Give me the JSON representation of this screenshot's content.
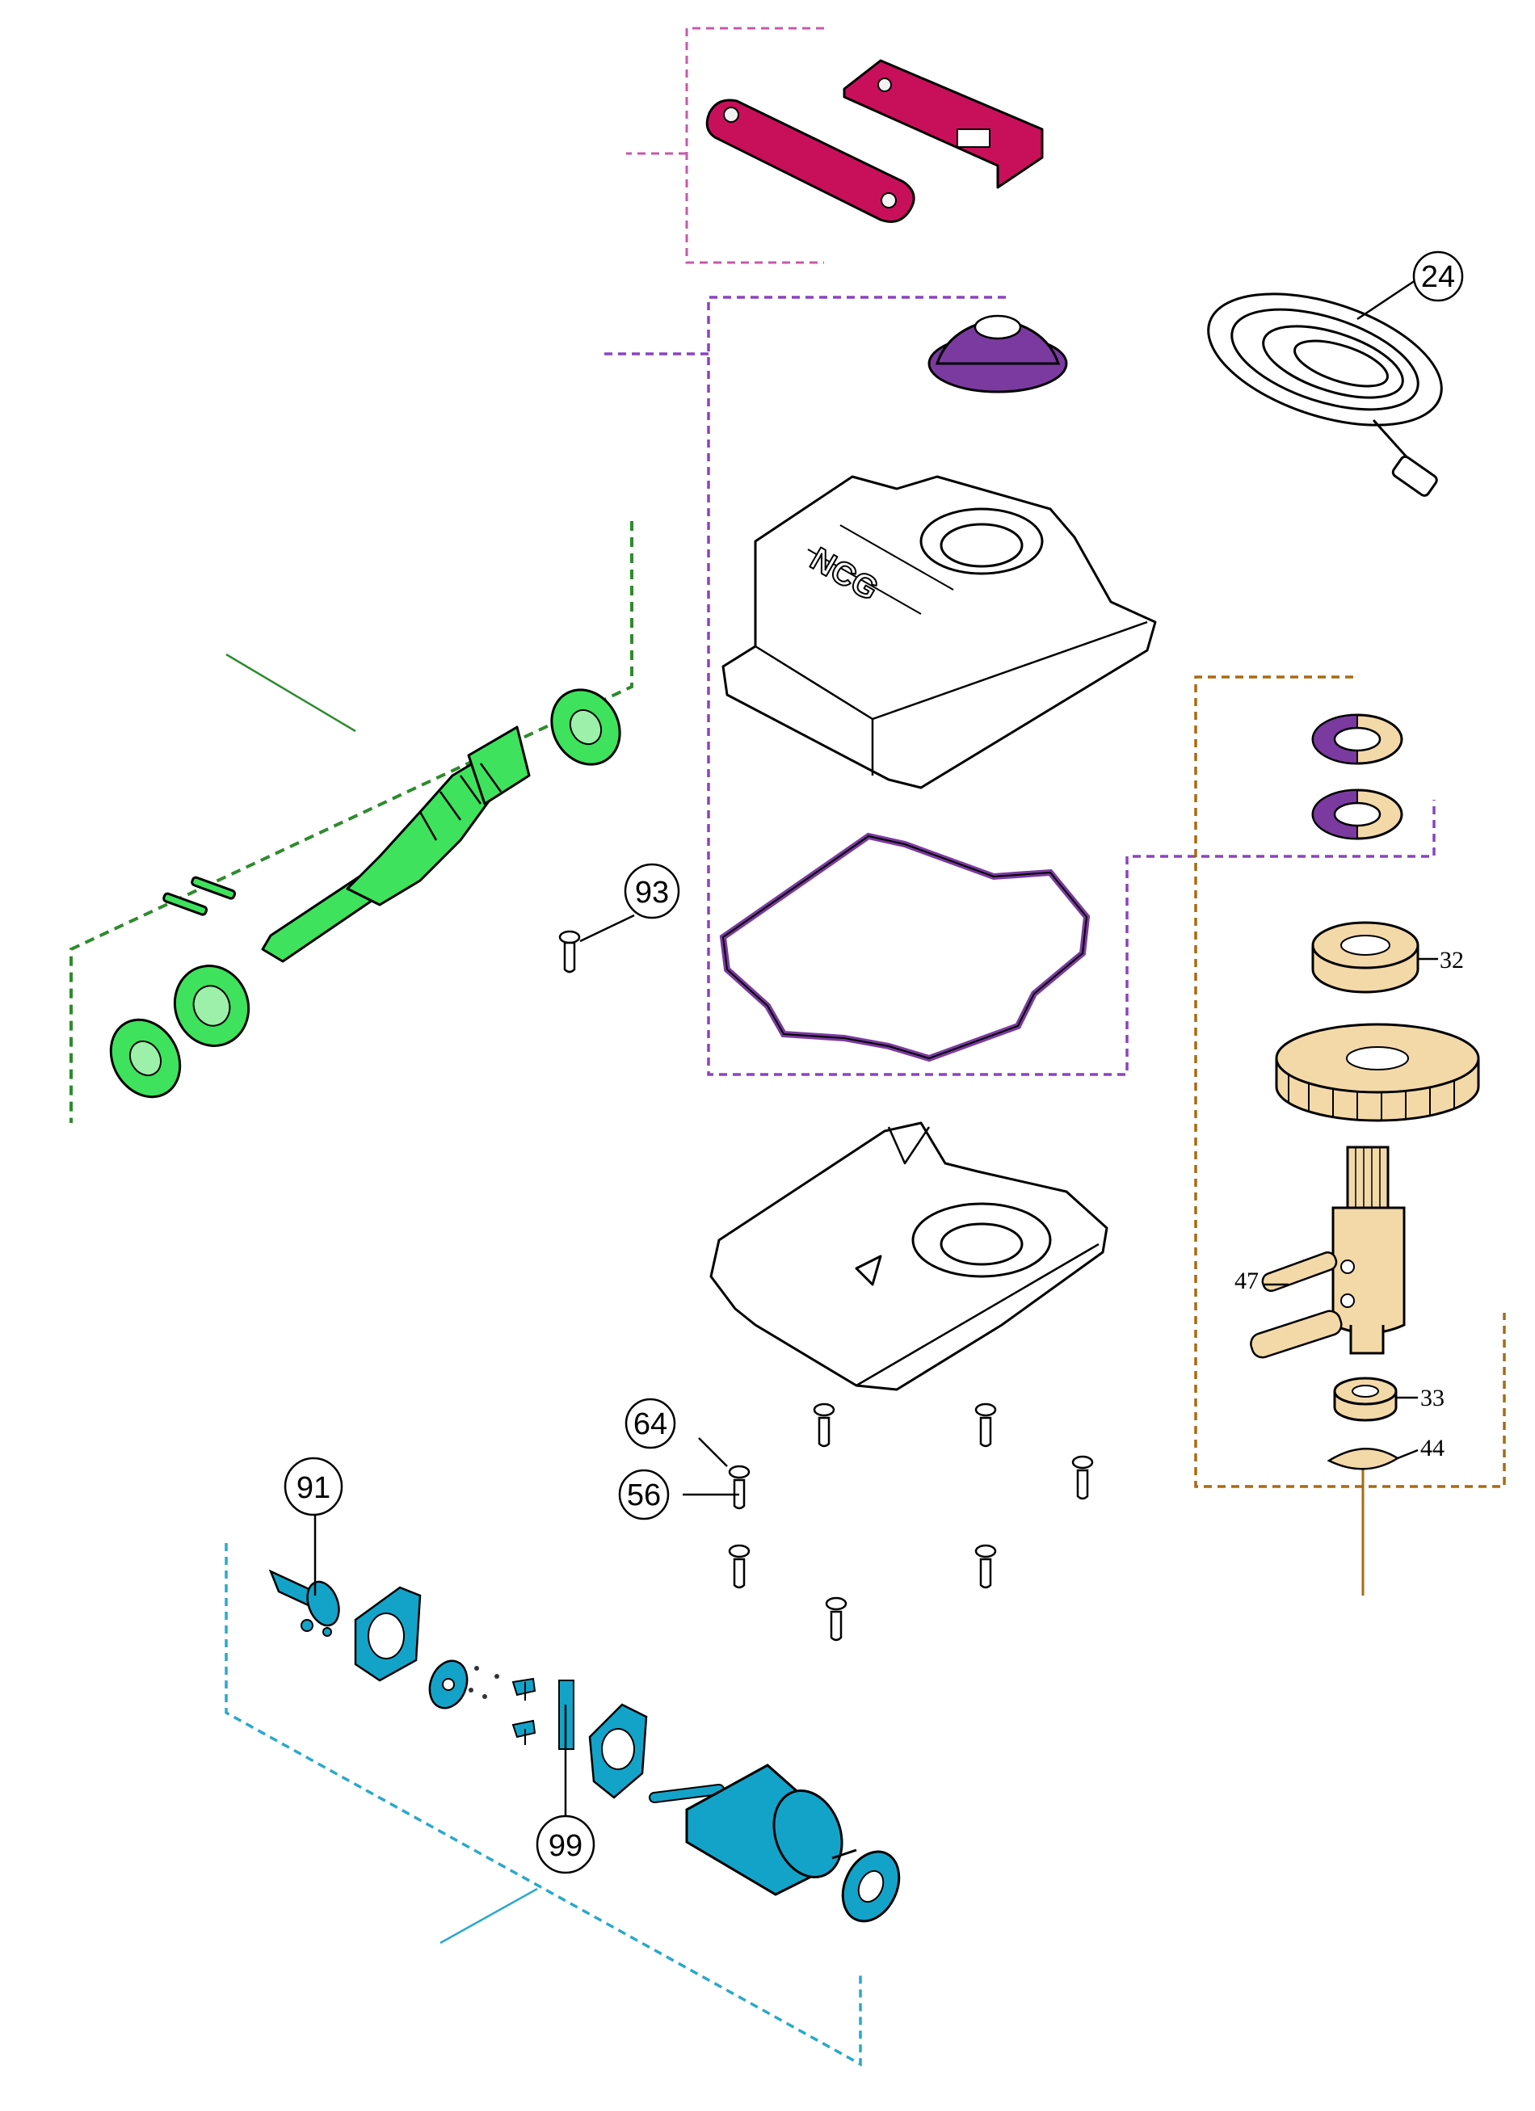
{
  "colors": {
    "lever": "#c8105a",
    "seal": "#7b3aa0",
    "worm": "#3ee25c",
    "gear": "#f3d9a8",
    "motor": "#14a3c8",
    "group_lever": "#c65aa8",
    "group_cover": "#8a44c0",
    "group_worm": "#2e8b2e",
    "group_gear": "#a86a14",
    "group_motor": "#2aa8cc"
  },
  "labels": {
    "l24": "24",
    "l93": "93",
    "l91": "91",
    "l99": "99",
    "l64": "64",
    "l56": "56",
    "l32": "32",
    "l47": "47",
    "l33": "33",
    "l44": "44"
  }
}
